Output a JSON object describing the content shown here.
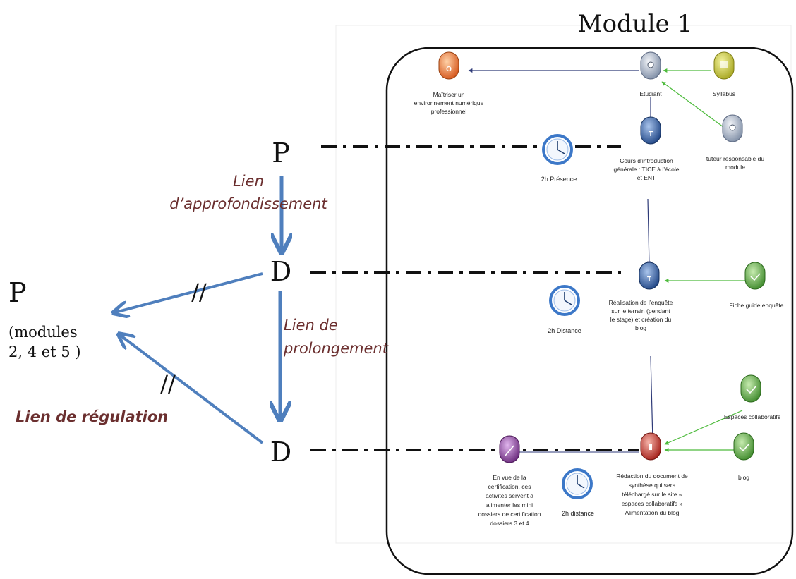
{
  "module_title": "Module 1",
  "levels": {
    "p_top": "P",
    "d_middle": "D",
    "d_bottom": "D",
    "p_left": "P",
    "p_left_sub": [
      "(modules",
      "2, 4 et 5 )"
    ]
  },
  "links": {
    "approfondissement": [
      "Lien",
      "d’approfondissement"
    ],
    "prolongement": [
      "Lien de",
      "prolongement"
    ],
    "regulation": "Lien  de régulation",
    "break_mark": "//"
  },
  "nodes": {
    "maitriser": {
      "icon": "objective-icon",
      "lines": [
        "Maîtriser un",
        "environnement numérique",
        "professionnel"
      ]
    },
    "etudiant": {
      "icon": "person-icon",
      "lines": [
        "Etudiant"
      ]
    },
    "syllabus": {
      "icon": "resource-icon",
      "lines": [
        "Syllabus"
      ]
    },
    "tuteur": {
      "icon": "person-icon",
      "lines": [
        "tuteur  responsable du",
        "module"
      ]
    },
    "cours": {
      "icon": "activity-icon",
      "lines": [
        "Cours d’introduction",
        "générale : TICE à l’école",
        "et ENT"
      ]
    },
    "realisation": {
      "icon": "activity-icon",
      "lines": [
        "Réalisation de l’enquête",
        "sur le terrain (pendant",
        "le stage) et création du",
        "blog"
      ]
    },
    "fiche": {
      "icon": "resource-icon",
      "lines": [
        "Fiche guide enquête"
      ]
    },
    "espaces": {
      "icon": "resource-icon",
      "lines": [
        "Espaces collaboratifs"
      ]
    },
    "blog": {
      "icon": "resource-icon",
      "lines": [
        "blog"
      ]
    },
    "redaction": {
      "icon": "production-icon",
      "lines": [
        "Rédaction du document de",
        "synthèse qui sera",
        "téléchargé sur le site «",
        "espaces collaboratifs »",
        "Alimentation du blog"
      ]
    },
    "certification": {
      "icon": "note-icon",
      "lines": [
        "En vue de la",
        "certification, ces",
        "activités servent à",
        "alimenter  les mini",
        "dossiers de certification",
        "dossiers 3 et 4"
      ]
    }
  },
  "clocks": {
    "presence": "2h Présence",
    "distance1": "2h Distance",
    "distance2": "2h distance"
  },
  "colors": {
    "arrow_blue": "#4f7fbd",
    "link_label": "#6b2f2f",
    "green_line": "#4dbb3c",
    "navy_line": "#2e3a78",
    "objective": "#e06a2a",
    "person": "#8fa0b8",
    "activity": "#2f5a9e",
    "resource_yellow": "#c8c83a",
    "resource_green": "#6aa84f",
    "production": "#c0392b",
    "note": "#7d3a8c",
    "clock": "#3c78c8"
  }
}
